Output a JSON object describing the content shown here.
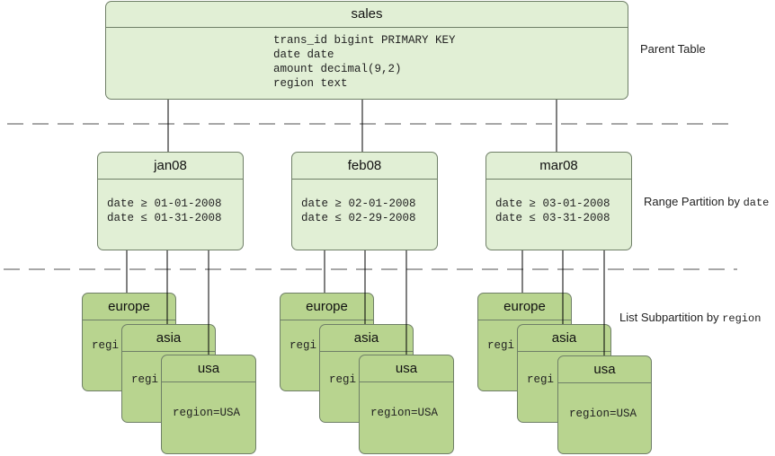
{
  "parent": {
    "title": "sales",
    "columns": [
      "trans_id bigint PRIMARY KEY",
      "date date",
      "amount decimal(9,2)",
      "region text"
    ]
  },
  "range_partitions": [
    {
      "title": "jan08",
      "lower_op": "date ≥ ",
      "lower": "01-01-2008",
      "upper_op": "date ≤ ",
      "upper": "01-31-2008"
    },
    {
      "title": "feb08",
      "lower_op": "date ≥ ",
      "lower": "02-01-2008",
      "upper_op": "date ≤ ",
      "upper": "02-29-2008"
    },
    {
      "title": "mar08",
      "lower_op": "date ≥ ",
      "lower": "03-01-2008",
      "upper_op": "date ≤ ",
      "upper": "03-31-2008"
    }
  ],
  "subpartitions": [
    {
      "title": "europe",
      "condition": "regi"
    },
    {
      "title": "asia",
      "condition": "regi"
    },
    {
      "title": "usa",
      "condition": "region=USA"
    }
  ],
  "labels": {
    "parent": "Parent Table",
    "range_text": "Range Partition by ",
    "range_key": "date",
    "list_text": "List Subpartition by ",
    "list_key": "region"
  },
  "colors": {
    "parent_fill": "#e1efd5",
    "sub_fill": "#b8d48f",
    "border": "#6f7f67",
    "dashed_line": "#8a8a8a"
  }
}
